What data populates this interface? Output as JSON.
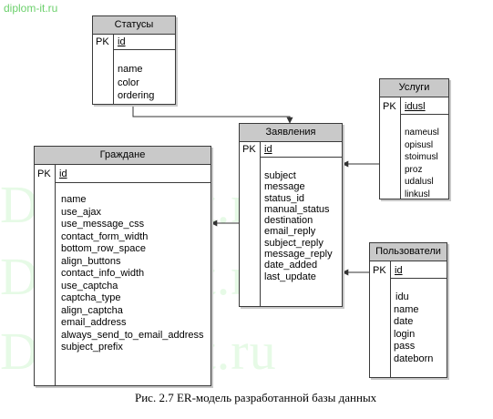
{
  "site_label": "diplom-it.ru",
  "watermark": [
    "Diplom-it.ru",
    "Diplom-it.ru",
    "Diplom-it.ru"
  ],
  "colors": {
    "header_fill": "#c9c9c9",
    "border": "#3a3a3a",
    "watermark": "#e6fae6",
    "site_label": "#6cd06c"
  },
  "entities": {
    "statuses": {
      "title": "Статусы",
      "pk": "PK",
      "key": "id",
      "fields": [
        "name",
        "color",
        "ordering"
      ]
    },
    "services": {
      "title": "Услуги",
      "pk": "PK",
      "key": "idusl",
      "fields": [
        "nameusl",
        "opisusl",
        "stoimusl",
        "proz",
        "udalusl",
        "linkusl"
      ]
    },
    "applications": {
      "title": "Заявления",
      "pk": "PK",
      "key": "id",
      "fields": [
        "subject",
        "message",
        "status_id",
        "manual_status",
        "destination",
        "email_reply",
        "subject_reply",
        "message_reply",
        "date_added",
        "last_update"
      ]
    },
    "citizens": {
      "title": "Граждане",
      "pk": "PK",
      "key": "id",
      "fields": [
        "name",
        "use_ajax",
        "use_message_css",
        "contact_form_width",
        "bottom_row_space",
        "align_buttons",
        "contact_info_width",
        "use_captcha",
        "captcha_type",
        "align_captcha",
        "email_address",
        "always_send_to_email_address",
        "subject_prefix"
      ]
    },
    "users": {
      "title": "Пользователи",
      "pk": "PK",
      "key": "id",
      "fields": [
        "idu",
        "name",
        "date",
        "login",
        "pass",
        "dateborn"
      ]
    }
  },
  "caption": "Рис.  2.7 ER-модель разработанной базы данных"
}
